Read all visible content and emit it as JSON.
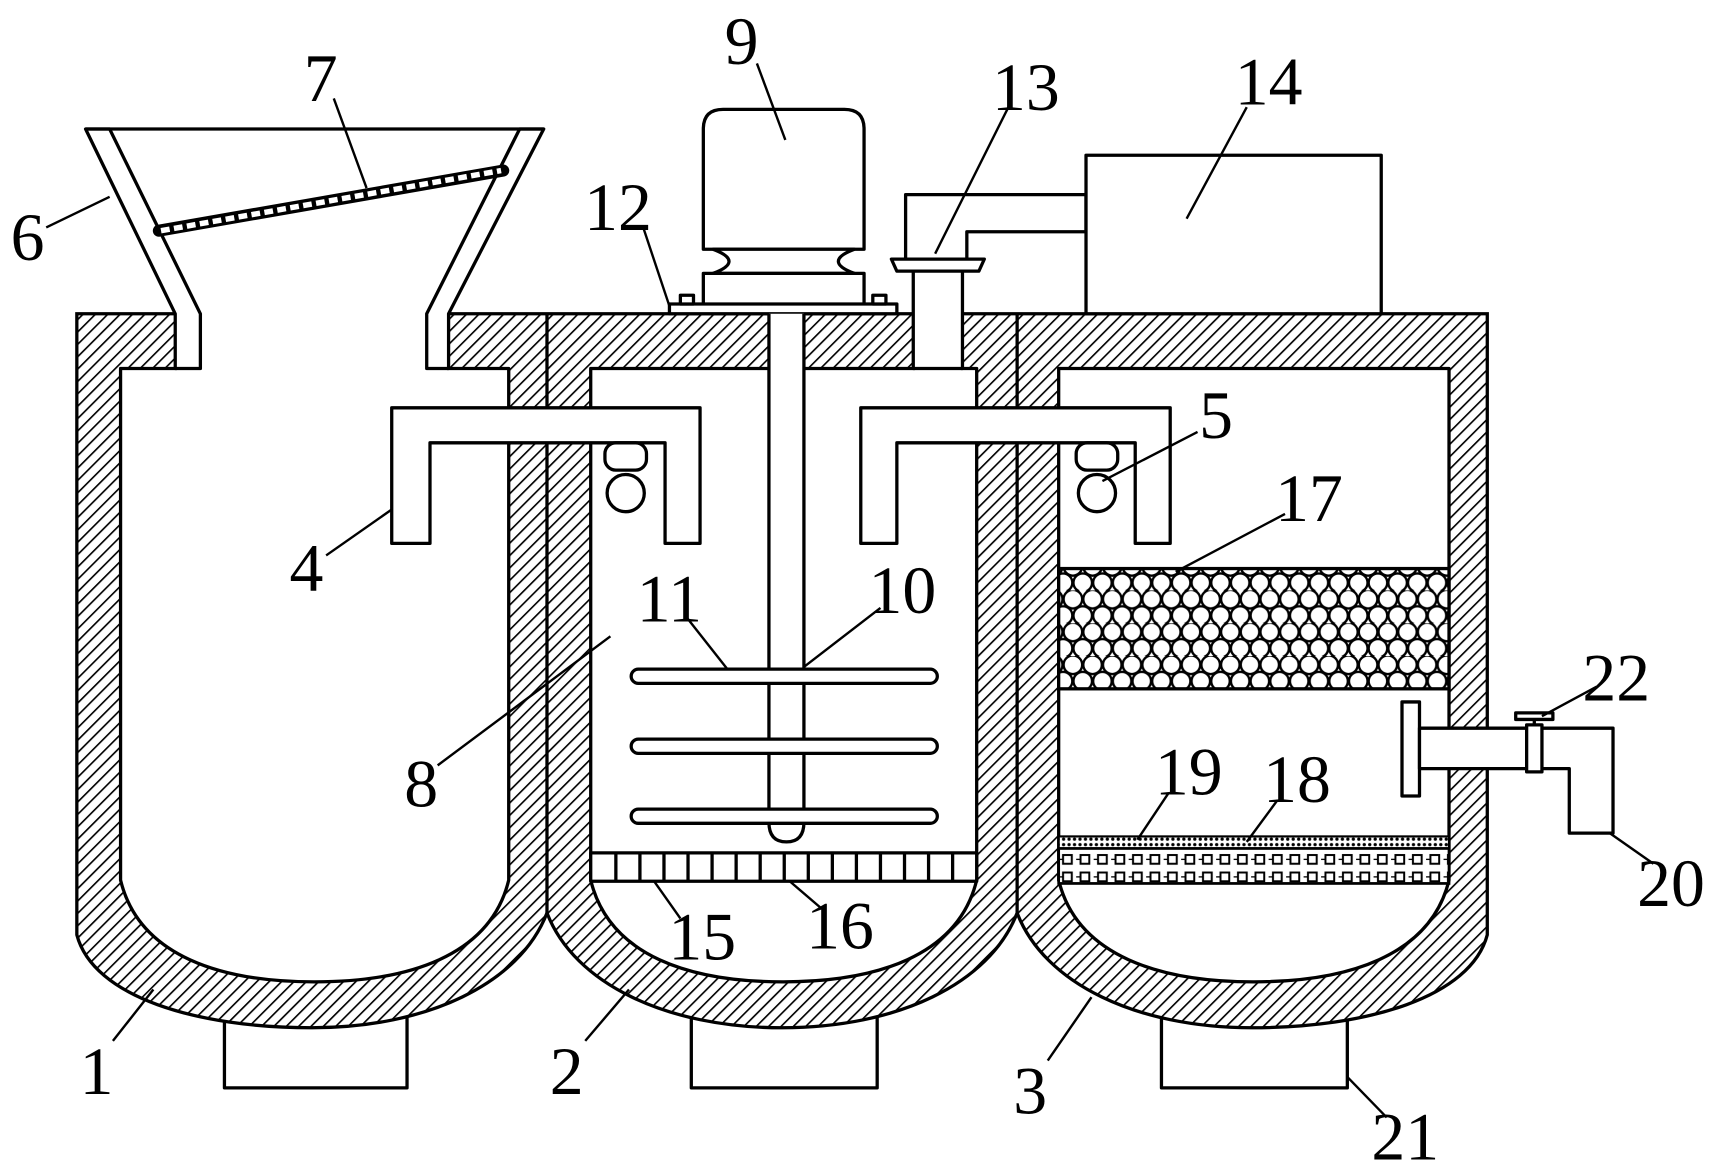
{
  "callouts": {
    "n1": "1",
    "n2": "2",
    "n3": "3",
    "n4": "4",
    "n5": "5",
    "n6": "6",
    "n7": "7",
    "n8": "8",
    "n9": "9",
    "n10": "10",
    "n11": "11",
    "n12": "12",
    "n13": "13",
    "n14": "14",
    "n15": "15",
    "n16": "16",
    "n17": "17",
    "n18": "18",
    "n19": "19",
    "n20": "20",
    "n21": "21",
    "n22": "22"
  },
  "colors": {
    "line": "#000000",
    "background": "#ffffff"
  }
}
